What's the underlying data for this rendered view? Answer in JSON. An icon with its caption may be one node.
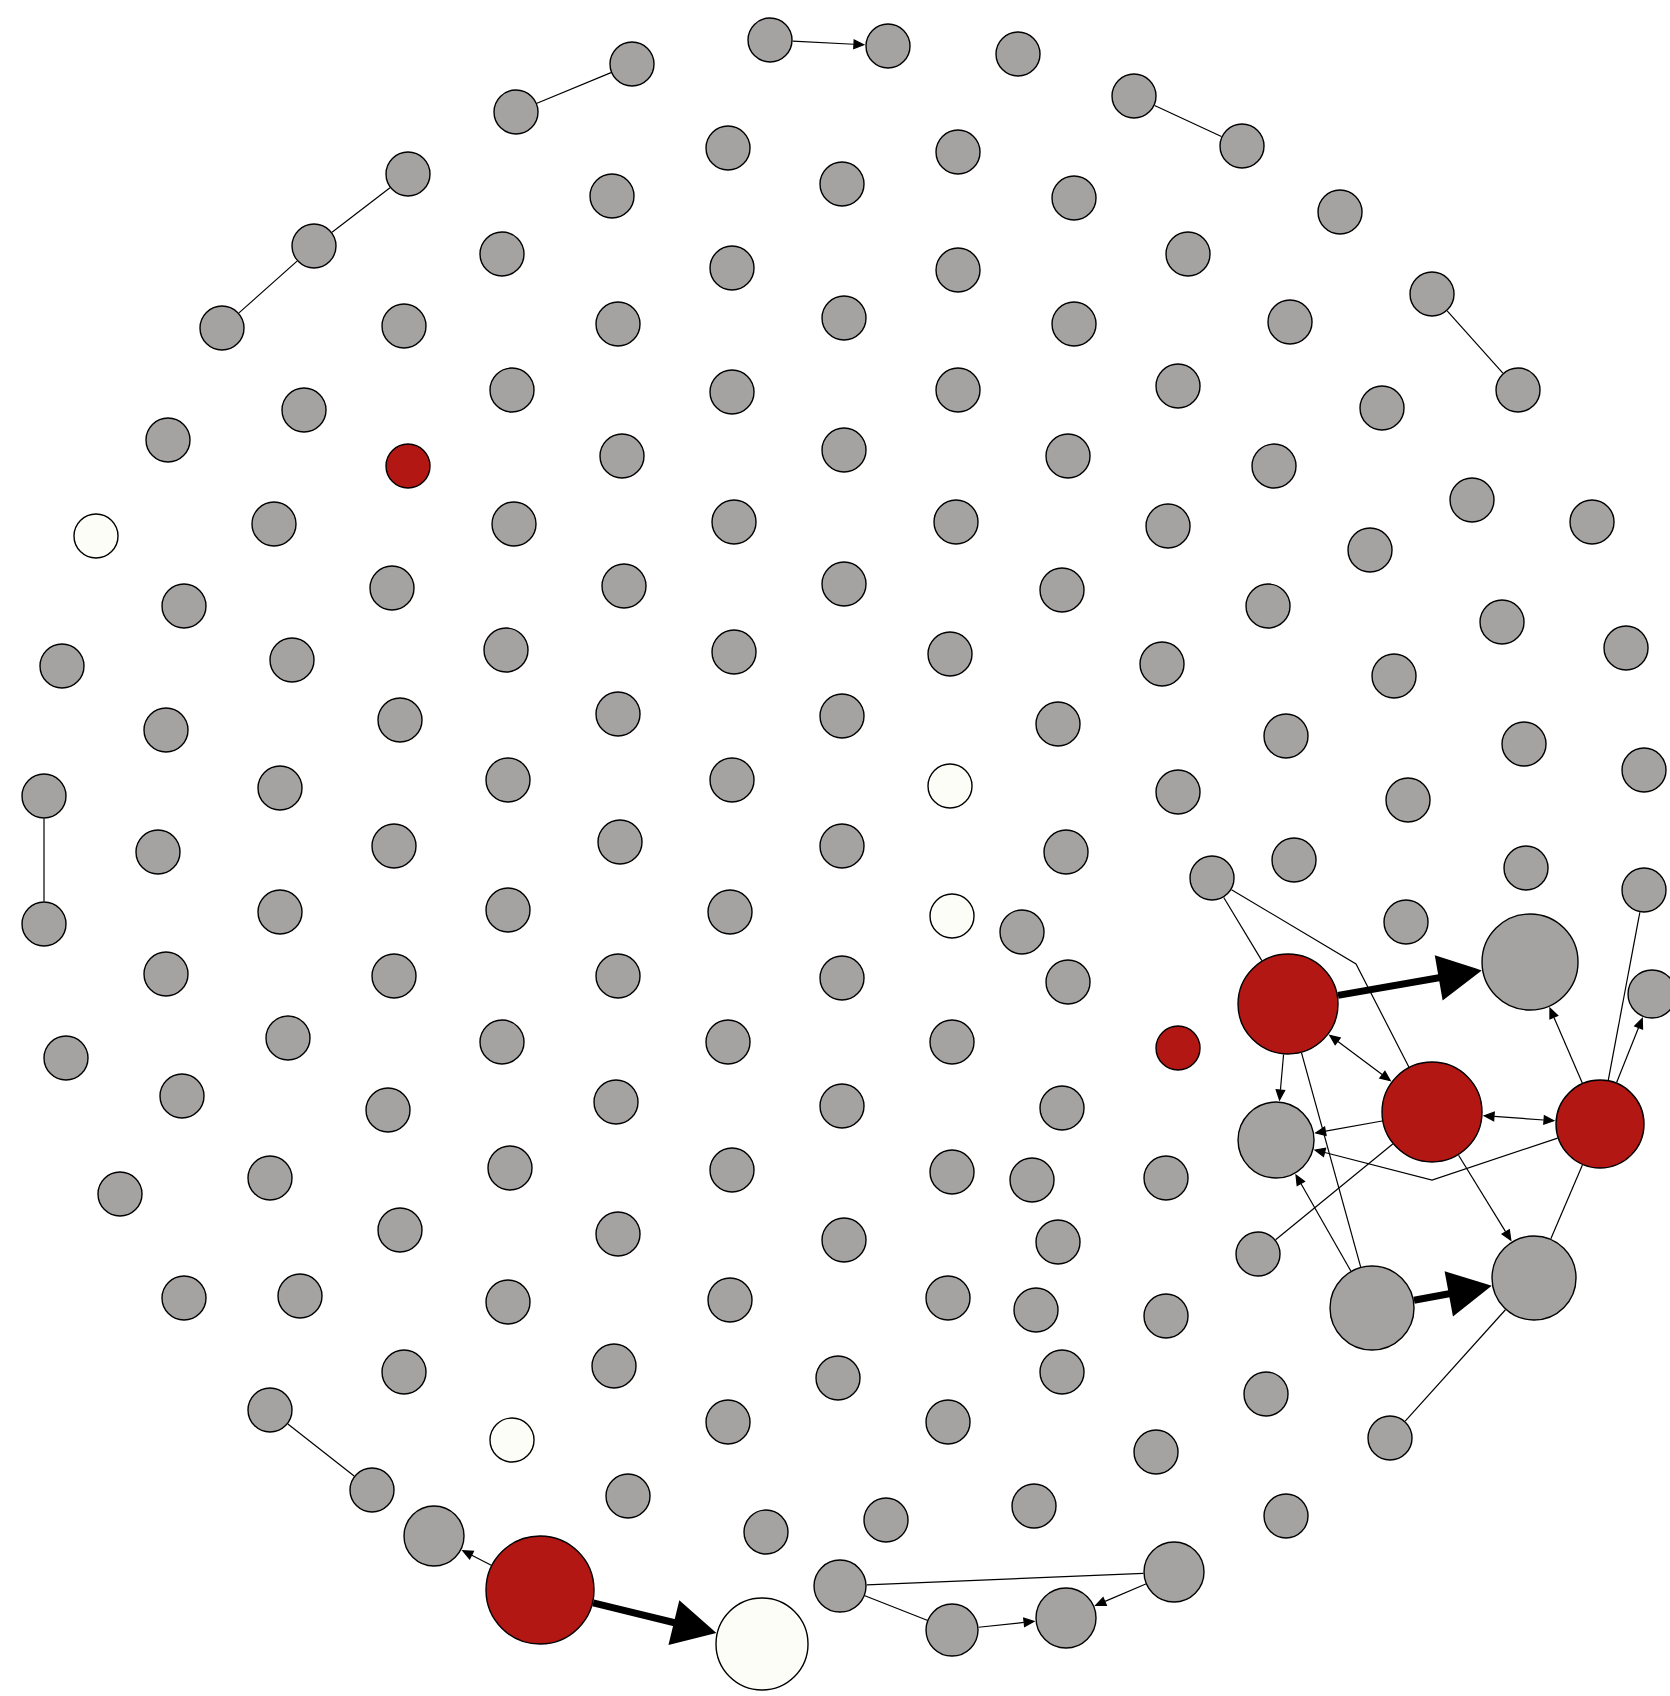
{
  "diagram": {
    "nodes": [
      {
        "text": [],
        "shape": "circle"
      },
      {
        "text": [],
        "shape": "circle"
      },
      {
        "text": [],
        "shape": "circle"
      },
      {
        "text": [],
        "shape": "circle"
      },
      {
        "text": [],
        "shape": "circle"
      },
      {
        "text": [],
        "shape": "circle"
      },
      {
        "text": [],
        "shape": "circle"
      },
      {
        "text": [],
        "shape": "circle"
      },
      {
        "text": [],
        "shape": "circle"
      },
      {
        "text": [],
        "shape": "circle"
      },
      {
        "text": [],
        "shape": "circle"
      },
      {
        "text": [],
        "shape": "circle"
      },
      {
        "text": [],
        "shape": "circle"
      },
      {
        "text": [],
        "shape": "circle"
      },
      {
        "text": [],
        "shape": "circle"
      },
      {
        "text": [],
        "shape": "circle"
      },
      {
        "text": [],
        "shape": "circle"
      },
      {
        "text": [],
        "shape": "circle"
      },
      {
        "text": [],
        "shape": "circle"
      },
      {
        "text": [],
        "shape": "circle"
      },
      {
        "text": [],
        "shape": "circle"
      },
      {
        "text": [],
        "shape": "circle"
      },
      {
        "text": [],
        "shape": "circle"
      },
      {
        "text": [],
        "shape": "circle"
      },
      {
        "text": [],
        "shape": "circle"
      },
      {
        "text": [],
        "shape": "circle"
      },
      {
        "text": [],
        "shape": "circle"
      },
      {
        "text": [],
        "shape": "circle"
      },
      {
        "text": [],
        "shape": "circle"
      },
      {
        "text": [],
        "shape": "circle"
      },
      {
        "text": [],
        "shape": "circle"
      },
      {
        "text": [],
        "shape": "circle"
      },
      {
        "text": [],
        "shape": "circle"
      },
      {
        "text": [],
        "shape": "circle"
      },
      {
        "text": [],
        "shape": "circle"
      },
      {
        "text": [],
        "shape": "circle"
      },
      {
        "text": [],
        "shape": "circle"
      },
      {
        "text": [],
        "shape": "circle"
      },
      {
        "text": [],
        "shape": "circle"
      },
      {
        "text": [],
        "shape": "circle"
      },
      {
        "text": [],
        "shape": "circle"
      },
      {
        "text": [],
        "shape": "circle"
      },
      {
        "text": [],
        "shape": "circle"
      },
      {
        "text": [],
        "shape": "circle"
      },
      {
        "text": [],
        "shape": "circle"
      },
      {
        "text": [],
        "shape": "circle"
      },
      {
        "text": [],
        "shape": "circle"
      },
      {
        "text": [],
        "shape": "circle"
      },
      {
        "text": [],
        "shape": "circle"
      },
      {
        "text": [],
        "shape": "circle"
      },
      {
        "text": [],
        "shape": "circle"
      },
      {
        "text": [],
        "shape": "circle"
      },
      {
        "text": [],
        "shape": "circle"
      },
      {
        "text": [],
        "shape": "circle"
      },
      {
        "text": [],
        "shape": "circle"
      },
      {
        "text": [],
        "shape": "circle"
      },
      {
        "text": [],
        "shape": "circle"
      },
      {
        "text": [],
        "shape": "circle"
      },
      {
        "text": [],
        "shape": "circle"
      },
      {
        "text": [],
        "shape": "circle"
      },
      {
        "text": [],
        "shape": "circle"
      },
      {
        "text": [],
        "shape": "circle"
      },
      {
        "text": [],
        "shape": "circle"
      },
      {
        "text": [],
        "shape": "circle"
      },
      {
        "text": [],
        "shape": "circle"
      },
      {
        "text": [],
        "shape": "circle"
      },
      {
        "text": [],
        "shape": "circle"
      },
      {
        "text": [],
        "shape": "circle"
      },
      {
        "text": [],
        "shape": "circle"
      },
      {
        "text": [],
        "shape": "circle"
      },
      {
        "text": [],
        "shape": "circle"
      },
      {
        "text": [],
        "shape": "circle"
      },
      {
        "text": [],
        "shape": "circle"
      },
      {
        "text": [],
        "shape": "circle"
      },
      {
        "text": [],
        "shape": "circle"
      },
      {
        "text": [],
        "shape": "circle"
      },
      {
        "text": [],
        "shape": "circle"
      },
      {
        "text": [],
        "shape": "circle"
      },
      {
        "text": [],
        "shape": "circle"
      },
      {
        "text": [],
        "shape": "circle"
      },
      {
        "text": [],
        "shape": "circle"
      },
      {
        "text": [],
        "shape": "circle"
      },
      {
        "text": [],
        "shape": "circle"
      },
      {
        "text": [],
        "shape": "circle"
      },
      {
        "text": [],
        "shape": "circle"
      },
      {
        "text": [],
        "shape": "circle"
      },
      {
        "text": [],
        "shape": "circle"
      },
      {
        "text": [],
        "shape": "circle"
      },
      {
        "text": [],
        "shape": "circle"
      },
      {
        "text": [],
        "shape": "circle"
      },
      {
        "text": [],
        "shape": "circle"
      },
      {
        "text": [],
        "shape": "circle"
      },
      {
        "text": [],
        "shape": "circle"
      },
      {
        "text": [],
        "shape": "circle"
      },
      {
        "text": [],
        "shape": "circle"
      },
      {
        "text": [],
        "shape": "circle"
      },
      {
        "text": [],
        "shape": "circle"
      },
      {
        "text": [],
        "shape": "circle"
      },
      {
        "text": [],
        "shape": "circle"
      },
      {
        "text": [],
        "shape": "circle"
      },
      {
        "text": [],
        "shape": "circle"
      },
      {
        "text": [],
        "shape": "circle"
      },
      {
        "text": [],
        "shape": "circle"
      },
      {
        "text": [],
        "shape": "circle"
      },
      {
        "text": [],
        "shape": "circle"
      },
      {
        "text": [],
        "shape": "circle"
      },
      {
        "text": [],
        "shape": "circle"
      },
      {
        "text": [],
        "shape": "circle"
      },
      {
        "text": [],
        "shape": "circle"
      },
      {
        "text": [],
        "shape": "circle"
      },
      {
        "text": [],
        "shape": "circle"
      },
      {
        "text": [],
        "shape": "circle"
      },
      {
        "text": [],
        "shape": "circle"
      },
      {
        "text": [],
        "shape": "circle"
      },
      {
        "text": [],
        "shape": "circle"
      },
      {
        "text": [],
        "shape": "circle"
      },
      {
        "text": [],
        "shape": "circle"
      },
      {
        "text": [],
        "shape": "circle"
      },
      {
        "text": [],
        "shape": "circle"
      },
      {
        "text": [],
        "shape": "circle"
      },
      {
        "text": [],
        "shape": "circle"
      },
      {
        "text": [],
        "shape": "circle"
      },
      {
        "text": [],
        "shape": "circle"
      },
      {
        "text": [],
        "shape": "circle"
      },
      {
        "text": [],
        "shape": "circle"
      },
      {
        "text": [],
        "shape": "circle"
      },
      {
        "text": [],
        "shape": "circle"
      },
      {
        "text": [],
        "shape": "circle"
      },
      {
        "text": [],
        "shape": "circle"
      },
      {
        "text": [],
        "shape": "circle"
      },
      {
        "text": [],
        "shape": "circle"
      },
      {
        "text": [],
        "shape": "circle"
      },
      {
        "text": [],
        "shape": "circle"
      },
      {
        "text": [],
        "shape": "circle"
      },
      {
        "text": [],
        "shape": "circle"
      },
      {
        "text": [],
        "shape": "circle"
      },
      {
        "text": [],
        "shape": "circle"
      },
      {
        "text": [],
        "shape": "circle"
      },
      {
        "text": [],
        "shape": "circle"
      },
      {
        "text": [],
        "shape": "circle"
      },
      {
        "text": [],
        "shape": "circle"
      },
      {
        "text": [],
        "shape": "circle"
      },
      {
        "text": [],
        "shape": "circle"
      },
      {
        "text": [],
        "shape": "circle"
      },
      {
        "text": [],
        "shape": "circle"
      },
      {
        "text": [],
        "shape": "circle"
      },
      {
        "text": [],
        "shape": "circle"
      },
      {
        "text": [],
        "shape": "circle"
      },
      {
        "text": [],
        "shape": "circle"
      },
      {
        "text": [],
        "shape": "circle"
      },
      {
        "text": [],
        "shape": "circle"
      },
      {
        "text": [],
        "shape": "circle"
      },
      {
        "text": [],
        "shape": "circle"
      },
      {
        "text": [],
        "shape": "circle"
      },
      {
        "text": [],
        "shape": "circle"
      },
      {
        "text": [],
        "shape": "circle"
      },
      {
        "text": [],
        "shape": "circle"
      },
      {
        "text": [],
        "shape": "circle"
      },
      {
        "text": [],
        "shape": "circle"
      },
      {
        "text": [],
        "shape": "circle"
      },
      {
        "text": [],
        "shape": "circle"
      }
    ],
    "edges": [
      {
        "from": 0,
        "to": 1,
        "arrow": "to"
      },
      {
        "from": 4,
        "to": 3,
        "arrow": "none"
      },
      {
        "from": 5,
        "to": 6,
        "arrow": "none"
      },
      {
        "from": 7,
        "to": 8,
        "arrow": "none"
      },
      {
        "from": 8,
        "to": 9,
        "arrow": "none"
      },
      {
        "from": 20,
        "to": 21,
        "arrow": "none"
      },
      {
        "from": 71,
        "to": 78,
        "arrow": "none"
      },
      {
        "from": 142,
        "to": 148,
        "arrow": "none"
      },
      {
        "from": 155,
        "to": 153,
        "arrow": "to"
      },
      {
        "from": 155,
        "to": 156,
        "arrow": "to",
        "style": "thick"
      },
      {
        "from": 157,
        "to": 160,
        "arrow": "none"
      },
      {
        "from": 157,
        "to": 158,
        "arrow": "none"
      },
      {
        "from": 158,
        "to": 159,
        "arrow": "to"
      },
      {
        "from": 160,
        "to": 159,
        "arrow": "to"
      },
      {
        "from": 91,
        "to": 107,
        "arrow": "none"
      },
      {
        "from": 91,
        "to": 113,
        "arrow": "none"
      },
      {
        "from": 107,
        "to": 99,
        "arrow": "to",
        "style": "thick"
      },
      {
        "from": 107,
        "to": 113,
        "arrow": "both"
      },
      {
        "from": 107,
        "to": 121,
        "arrow": "to"
      },
      {
        "from": 107,
        "to": 135,
        "arrow": "none"
      },
      {
        "from": 113,
        "to": 121,
        "arrow": "to"
      },
      {
        "from": 114,
        "to": 113,
        "arrow": "both"
      },
      {
        "from": 114,
        "to": 121,
        "arrow": "to"
      },
      {
        "from": 114,
        "to": 99,
        "arrow": "to"
      },
      {
        "from": 114,
        "to": 100,
        "arrow": "to"
      },
      {
        "from": 114,
        "to": 93,
        "arrow": "none"
      },
      {
        "from": 114,
        "to": 136,
        "arrow": "none"
      },
      {
        "from": 113,
        "to": 136,
        "arrow": "to"
      },
      {
        "from": 113,
        "to": 127,
        "arrow": "none"
      },
      {
        "from": 135,
        "to": 121,
        "arrow": "to"
      },
      {
        "from": 135,
        "to": 136,
        "arrow": "to",
        "style": "thick"
      },
      {
        "from": 136,
        "to": 147,
        "arrow": "none"
      }
    ]
  }
}
